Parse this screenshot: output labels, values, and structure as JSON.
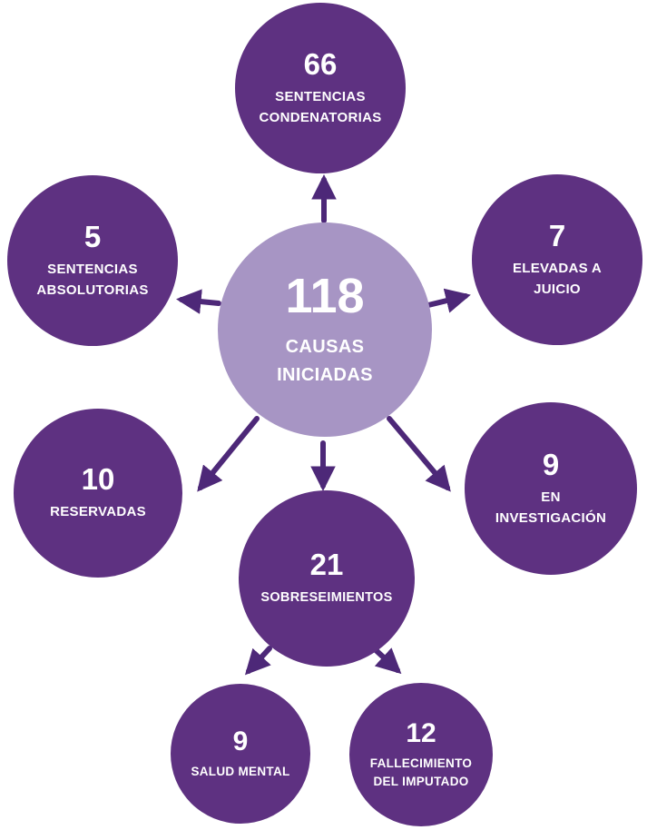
{
  "colors": {
    "node_fill": "#5E3181",
    "center_fill": "#A795C4",
    "arrow": "#4D2878",
    "text": "#FFFFFF",
    "background": "#FFFFFF"
  },
  "center_node": {
    "value": "118",
    "label1": "CAUSAS",
    "label2": "INICIADAS"
  },
  "nodes": [
    {
      "id": "sentencias-condenatorias",
      "value": "66",
      "label1": "SENTENCIAS",
      "label2": "CONDENATORIAS"
    },
    {
      "id": "sentencias-absolutorias",
      "value": "5",
      "label1": "SENTENCIAS",
      "label2": "ABSOLUTORIAS"
    },
    {
      "id": "elevadas-a-juicio",
      "value": "7",
      "label1": "ELEVADAS A",
      "label2": "JUICIO"
    },
    {
      "id": "reservadas",
      "value": "10",
      "label1": "RESERVADAS"
    },
    {
      "id": "en-investigacion",
      "value": "9",
      "label1": "EN",
      "label2": "INVESTIGACIÓN"
    },
    {
      "id": "sobreseimientos",
      "value": "21",
      "label1": "SOBRESEIMIENTOS"
    },
    {
      "id": "salud-mental",
      "value": "9",
      "label1": "SALUD MENTAL"
    },
    {
      "id": "fallecimiento-del-imputado",
      "value": "12",
      "label1": "FALLECIMIENTO",
      "label2": "DEL IMPUTADO"
    }
  ]
}
